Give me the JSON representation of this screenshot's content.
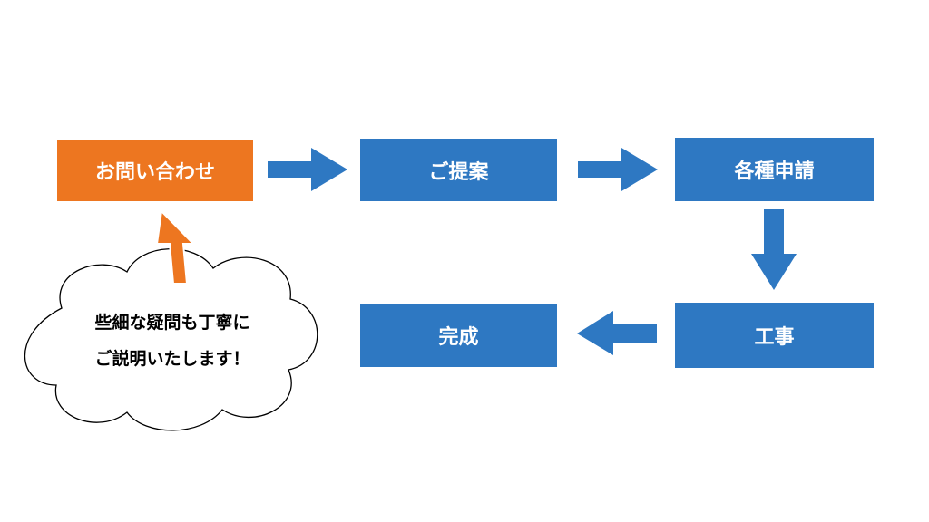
{
  "colors": {
    "orange": "#ED7620",
    "blue": "#2E78C2",
    "white": "#FFFFFF",
    "black": "#000000"
  },
  "steps": {
    "inquiry": "お問い合わせ",
    "proposal": "ご提案",
    "applications": "各種申請",
    "construction": "工事",
    "completion": "完成"
  },
  "callout": {
    "line1": "些細な疑問も丁寧に",
    "line2": "ご説明いたします！"
  }
}
